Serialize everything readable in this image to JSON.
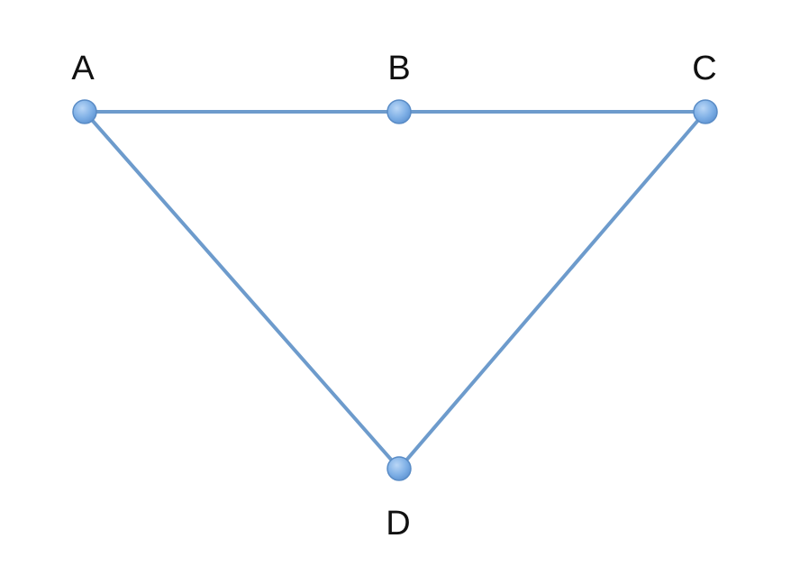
{
  "graph": {
    "nodes": [
      {
        "id": "A",
        "label": "A"
      },
      {
        "id": "B",
        "label": "B"
      },
      {
        "id": "C",
        "label": "C"
      },
      {
        "id": "D",
        "label": "D"
      }
    ],
    "edges": [
      {
        "from": "A",
        "to": "B"
      },
      {
        "from": "B",
        "to": "C"
      },
      {
        "from": "A",
        "to": "D"
      },
      {
        "from": "C",
        "to": "D"
      }
    ]
  },
  "colors": {
    "edge": "#6d9bcc",
    "node_fill": "#7fb0e6",
    "node_stroke": "#5a8cc6",
    "label": "#111111"
  }
}
